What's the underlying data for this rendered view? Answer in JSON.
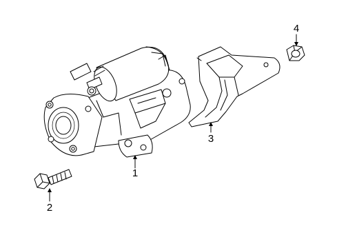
{
  "diagram": {
    "colors": {
      "line": "#000000",
      "background": "#ffffff"
    },
    "parts": [
      {
        "id": "starter-motor",
        "callout": "1"
      },
      {
        "id": "mounting-bolt",
        "callout": "2"
      },
      {
        "id": "heat-shield",
        "callout": "3"
      },
      {
        "id": "hex-nut",
        "callout": "4"
      }
    ]
  }
}
